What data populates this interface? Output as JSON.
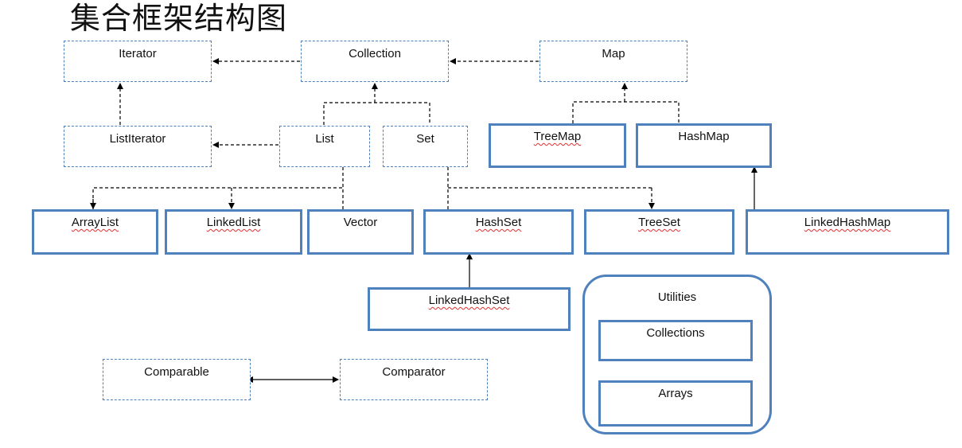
{
  "title": "集合框架结构图",
  "nodes": {
    "iterator": "Iterator",
    "collection": "Collection",
    "map": "Map",
    "list_iterator": "ListIterator",
    "list": "List",
    "set": "Set",
    "tree_map": "TreeMap",
    "hash_map": "HashMap",
    "array_list": "ArrayList",
    "linked_list": "LinkedList",
    "vector": "Vector",
    "hash_set": "HashSet",
    "tree_set": "TreeSet",
    "linked_hash_map": "LinkedHashMap",
    "linked_hash_set": "LinkedHashSet",
    "comparable": "Comparable",
    "comparator": "Comparator"
  },
  "utilities": {
    "label": "Utilities",
    "collections": "Collections",
    "arrays": "Arrays"
  },
  "colors": {
    "border": "#4f81bd",
    "spellcheck_underline": "#e03030"
  }
}
